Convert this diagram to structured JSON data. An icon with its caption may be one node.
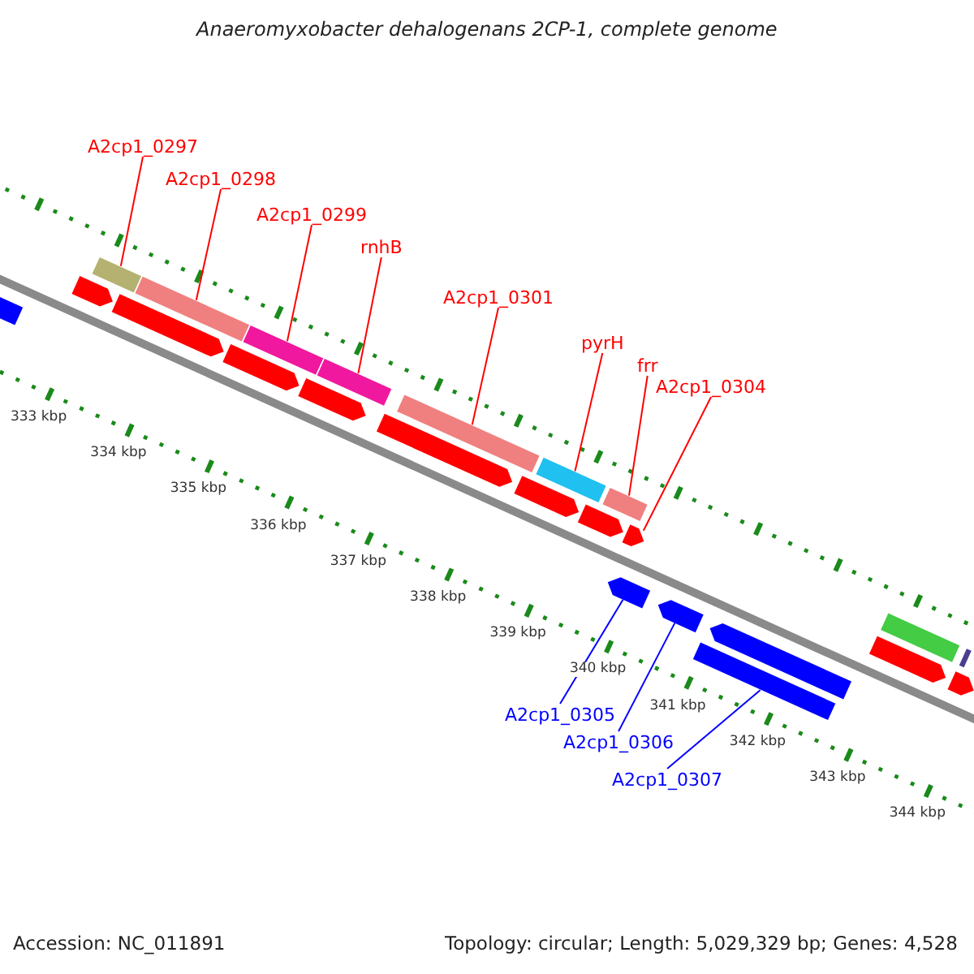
{
  "diagram": {
    "title": "Anaeromyxobacter dehalogenans 2CP-1, complete genome",
    "nodes": [
      {
        "text": [
          "A2cp1_0297"
        ]
      },
      {
        "text": [
          "A2cp1_0298"
        ]
      },
      {
        "text": [
          "A2cp1_0299"
        ]
      },
      {
        "text": [
          "rnhB"
        ]
      },
      {
        "text": [
          "A2cp1_0301"
        ]
      },
      {
        "text": [
          "pyrH"
        ]
      },
      {
        "text": [
          "frr"
        ]
      },
      {
        "text": [
          "A2cp1_0304"
        ]
      },
      {
        "text": [],
        "shape": "bar"
      },
      {
        "text": [],
        "shape": "bar"
      },
      {
        "text": [],
        "shape": "bar"
      },
      {
        "text": [],
        "shape": "bar"
      },
      {
        "text": [],
        "shape": "bar"
      },
      {
        "text": [],
        "shape": "bar"
      },
      {
        "text": [],
        "shape": "bar"
      },
      {
        "text": [],
        "shape": "pentagon"
      },
      {
        "text": [
          "A2cp1_0305"
        ]
      },
      {
        "text": [
          "A2cp1_0306"
        ]
      },
      {
        "text": [
          "A2cp1_0307"
        ]
      },
      {
        "text": [],
        "shape": "pentagon"
      },
      {
        "text": [],
        "shape": "pentagon"
      },
      {
        "text": [],
        "shape": "bar"
      },
      {
        "text": [],
        "shape": "pentagon"
      },
      {
        "text": [],
        "shape": "pentagon"
      },
      {
        "text": [],
        "shape": "pentagon"
      },
      {
        "text": [],
        "shape": "pentagon"
      },
      {
        "text": [],
        "shape": "pentagon"
      },
      {
        "text": [],
        "shape": "pentagon"
      },
      {
        "text": [],
        "shape": "pentagon"
      },
      {
        "text": [],
        "shape": "pentagon"
      },
      {
        "text": [],
        "shape": "pentagon"
      },
      {
        "text": [],
        "shape": "bar"
      },
      {
        "text": [],
        "shape": "pentagon"
      },
      {
        "text": [],
        "shape": "bar"
      },
      {
        "text": [],
        "shape": "pentagon"
      }
    ],
    "edges": [
      {
        "from": 0,
        "to": 8,
        "arrow": "none"
      },
      {
        "from": 1,
        "to": 9,
        "arrow": "none"
      },
      {
        "from": 2,
        "to": 10,
        "arrow": "none"
      },
      {
        "from": 3,
        "to": 11,
        "arrow": "none"
      },
      {
        "from": 4,
        "to": 12,
        "arrow": "none"
      },
      {
        "from": 5,
        "to": 13,
        "arrow": "none"
      },
      {
        "from": 6,
        "to": 14,
        "arrow": "none"
      },
      {
        "from": 7,
        "to": 15,
        "arrow": "none"
      },
      {
        "from": 16,
        "to": 19,
        "arrow": "none",
        "color": "#0000ff"
      },
      {
        "from": 17,
        "to": 20,
        "arrow": "none",
        "color": "#0000ff"
      },
      {
        "from": 18,
        "to": 21,
        "arrow": "none",
        "color": "#0000ff"
      }
    ],
    "labels": [
      "333 kbp",
      "334 kbp",
      "335 kbp",
      "336 kbp",
      "337 kbp",
      "338 kbp",
      "339 kbp",
      "340 kbp",
      "341 kbp",
      "342 kbp",
      "343 kbp",
      "344 kbp",
      "Accession: NC_011891",
      "Topology: circular; Length: 5,029,329 bp; Genes: 4,528"
    ]
  }
}
